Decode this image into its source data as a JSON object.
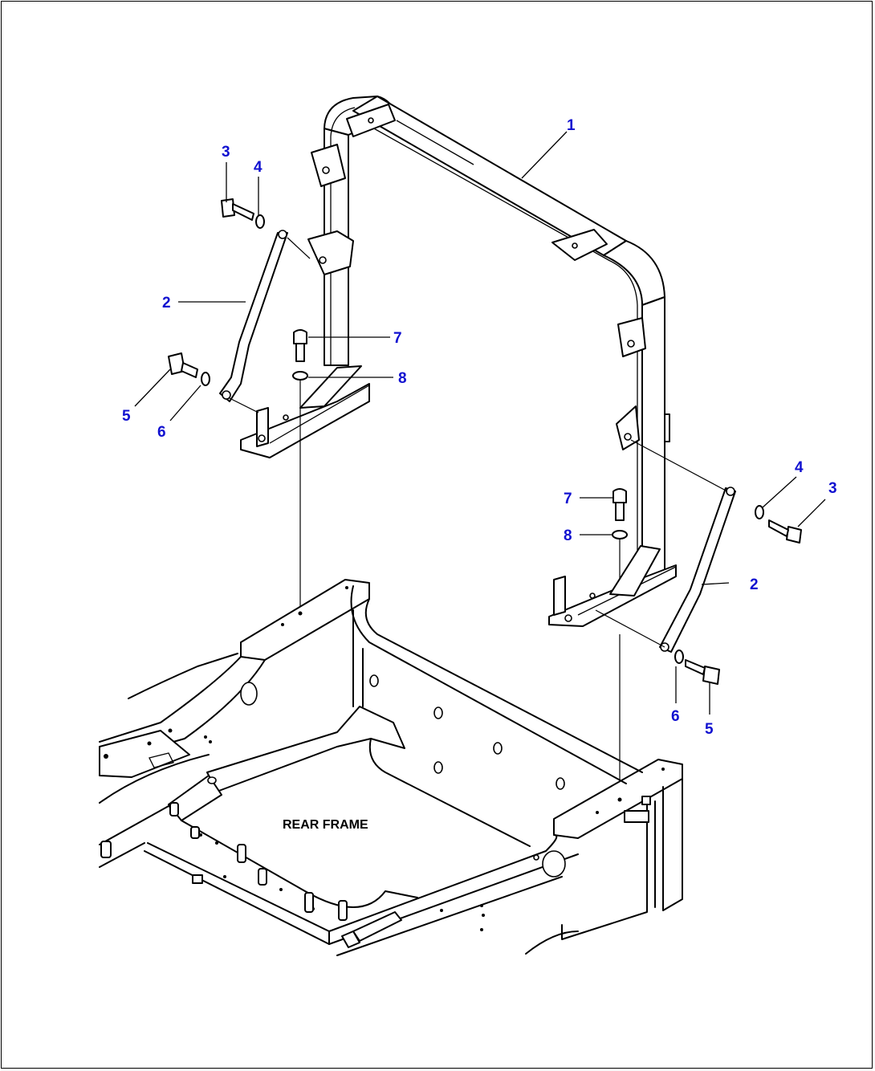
{
  "diagram": {
    "frame_label": "REAR FRAME",
    "callouts": [
      {
        "id": "c1",
        "label": "1"
      },
      {
        "id": "c2a",
        "label": "2"
      },
      {
        "id": "c2b",
        "label": "2"
      },
      {
        "id": "c3a",
        "label": "3"
      },
      {
        "id": "c3b",
        "label": "3"
      },
      {
        "id": "c4a",
        "label": "4"
      },
      {
        "id": "c4b",
        "label": "4"
      },
      {
        "id": "c5a",
        "label": "5"
      },
      {
        "id": "c5b",
        "label": "5"
      },
      {
        "id": "c6a",
        "label": "6"
      },
      {
        "id": "c6b",
        "label": "6"
      },
      {
        "id": "c7a",
        "label": "7"
      },
      {
        "id": "c7b",
        "label": "7"
      },
      {
        "id": "c8a",
        "label": "8"
      },
      {
        "id": "c8b",
        "label": "8"
      }
    ],
    "colors": {
      "callout": "#1010d0",
      "line": "#000000",
      "background": "#ffffff"
    }
  }
}
